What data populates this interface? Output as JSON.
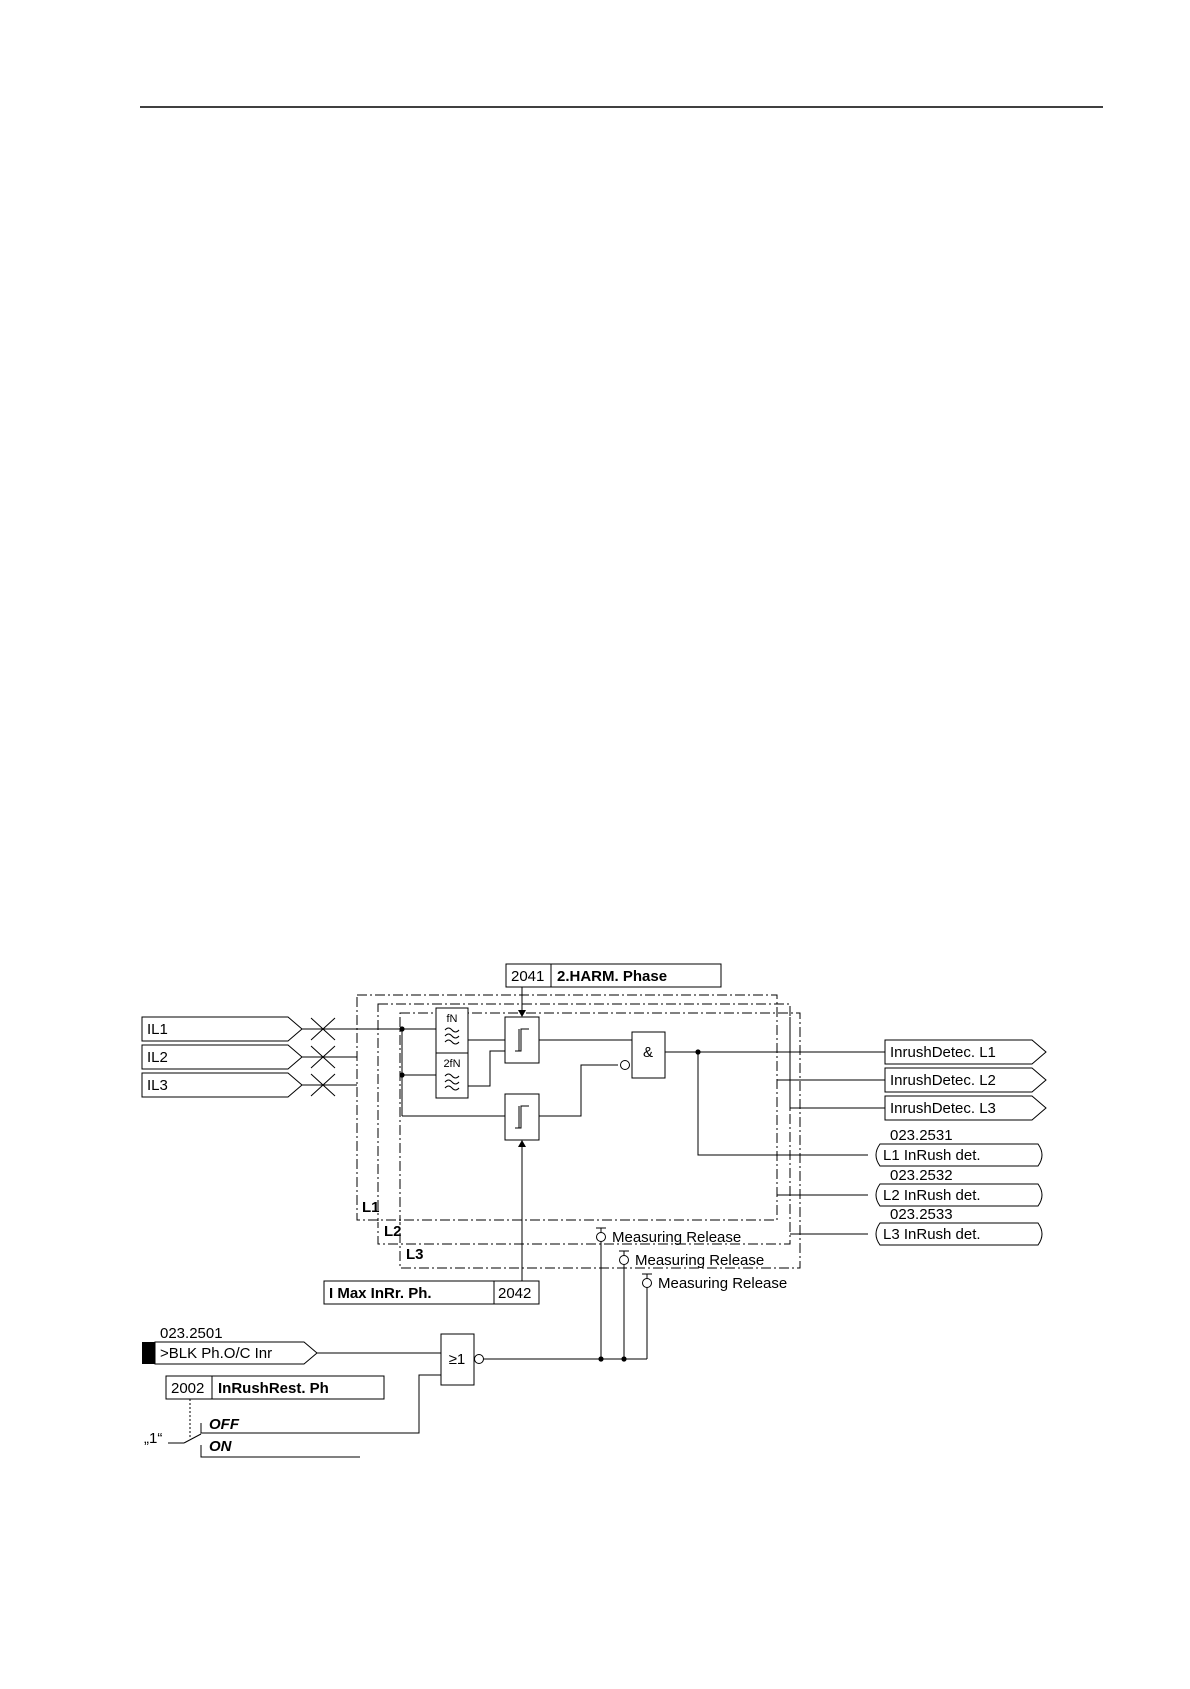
{
  "diagram": {
    "inputs": [
      "IL1",
      "IL2",
      "IL3"
    ],
    "filters": {
      "fundamental": "fN",
      "second_harmonic": "2fN"
    },
    "and_gate": "&",
    "or_gate": "≥1",
    "phase_labels": [
      "L1",
      "L2",
      "L3"
    ],
    "measuring_release": "Measuring Release",
    "param_harm": {
      "address": "2041",
      "name": "2.HARM. Phase"
    },
    "param_imax": {
      "name": "I Max InRr. Ph.",
      "address": "2042"
    },
    "param_restraint": {
      "address": "2002",
      "name": "InRushRest. Ph"
    },
    "outputs_internal": [
      "InrushDetec. L1",
      "InrushDetec. L2",
      "InrushDetec. L3"
    ],
    "outputs_messages": [
      {
        "number": "023.2531",
        "label": "L1 InRush det."
      },
      {
        "number": "023.2532",
        "label": "L2 InRush det."
      },
      {
        "number": "023.2533",
        "label": "L3 InRush det."
      }
    ],
    "binary_input": {
      "number": "023.2501",
      "label": ">BLK Ph.O/C Inr"
    },
    "switch": {
      "constant": "„1“",
      "off": "OFF",
      "on": "ON"
    }
  }
}
